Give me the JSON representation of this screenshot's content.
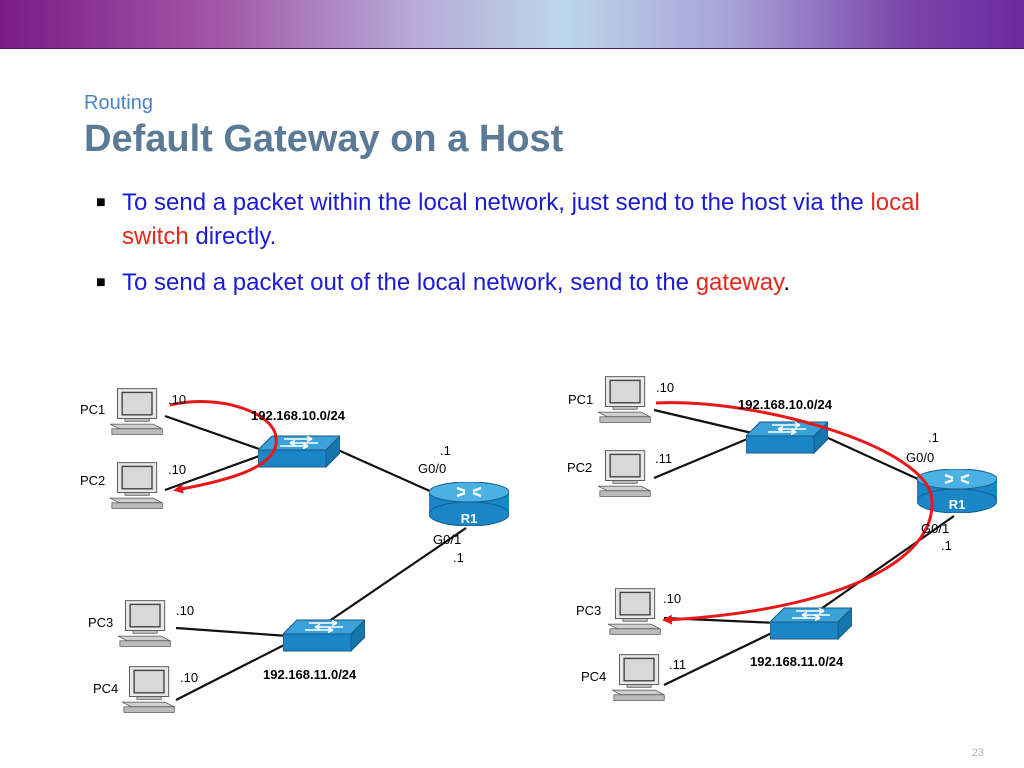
{
  "header": {
    "subtitle": "Routing",
    "title": "Default Gateway on a Host"
  },
  "bullets": [
    {
      "parts": [
        {
          "text": "To send a packet within the local network, just send to the host via the ",
          "color": "blue"
        },
        {
          "text": "local switch",
          "color": "red"
        },
        {
          "text": " directly.",
          "color": "blue"
        }
      ]
    },
    {
      "parts": [
        {
          "text": "To send a packet out of the local network, send to the ",
          "color": "blue"
        },
        {
          "text": "gateway",
          "color": "red"
        },
        {
          "text": ".",
          "color": "black"
        }
      ]
    }
  ],
  "colors": {
    "accent_blue": "#1b1bd6",
    "highlight_red": "#e8251b",
    "title_gray": "#5b7a96",
    "arrow_red": "#e8181a",
    "device_blue": "#1a86c7"
  },
  "diagrams": [
    {
      "pcs": [
        {
          "name": "PC1",
          "ip": ".10"
        },
        {
          "name": "PC2",
          "ip": ".10"
        },
        {
          "name": "PC3",
          "ip": ".10"
        },
        {
          "name": "PC4",
          "ip": ".10"
        }
      ],
      "network_top": "192.168.10.0/24",
      "network_bottom": "192.168.11.0/24",
      "router": {
        "name": "R1",
        "g00_label": "G0/0",
        "g00_ip": ".1",
        "g01_label": "G0/1",
        "g01_ip": ".1"
      }
    },
    {
      "pcs": [
        {
          "name": "PC1",
          "ip": ".10"
        },
        {
          "name": "PC2",
          "ip": ".11"
        },
        {
          "name": "PC3",
          "ip": ".10"
        },
        {
          "name": "PC4",
          "ip": ".11"
        }
      ],
      "network_top": "192.168.10.0/24",
      "network_bottom": "192.168.11.0/24",
      "router": {
        "name": "R1",
        "g00_label": "G0/0",
        "g00_ip": ".1",
        "g01_label": "G0/1",
        "g01_ip": ".1"
      }
    }
  ],
  "page_number": "23"
}
